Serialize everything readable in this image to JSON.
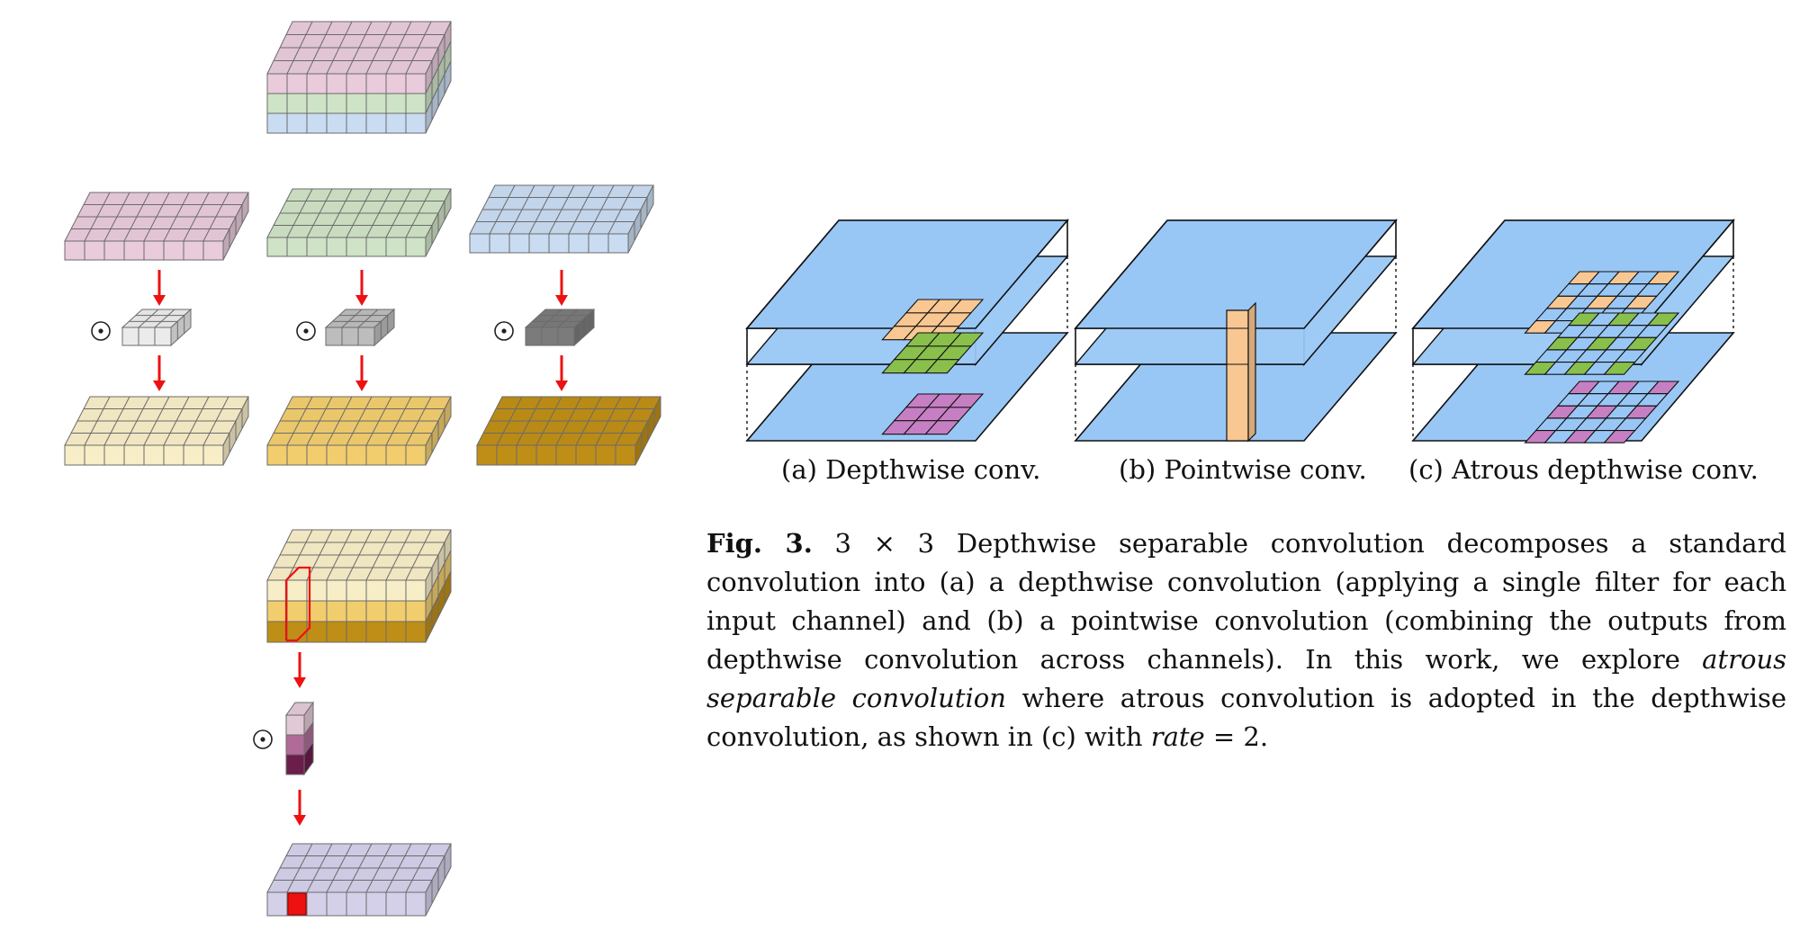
{
  "subfigures": {
    "a": "(a) Depthwise conv.",
    "b": "(b) Pointwise conv.",
    "c": "(c) Atrous depthwise conv."
  },
  "caption": {
    "label": "Fig. 3.",
    "kernel": "3 × 3",
    "part1": " Depthwise separable convolution decomposes a standard convolution into (a) a depthwise convolution (applying a single filter for each input channel) and (b) a pointwise convolution (combining the outputs from depthwise convolution across channels). In this work, we explore ",
    "emph": "atrous separable convolution",
    "part2": " where atrous convolution is adopted in the depthwise convolution, as shown in (c) with ",
    "rate_var": "rate",
    "rate_val": " = 2."
  },
  "operator_symbol": "⊙",
  "colors": {
    "pink": "#e9cbdc",
    "green": "#cfe3c6",
    "blue": "#c9dcf2",
    "cream": "#f7edc7",
    "gold": "#f2cd6e",
    "brown": "#bf8e16",
    "lavender": "#d4d0ea",
    "kernel_light": "#ebebeb",
    "kernel_mid": "#bdbdbd",
    "kernel_dark": "#7b7b7b",
    "arrow": "#ee1111",
    "plane_blue": "#99c7f5",
    "orange": "#f9c792",
    "lime": "#89c04c",
    "purple": "#c77fc4"
  }
}
